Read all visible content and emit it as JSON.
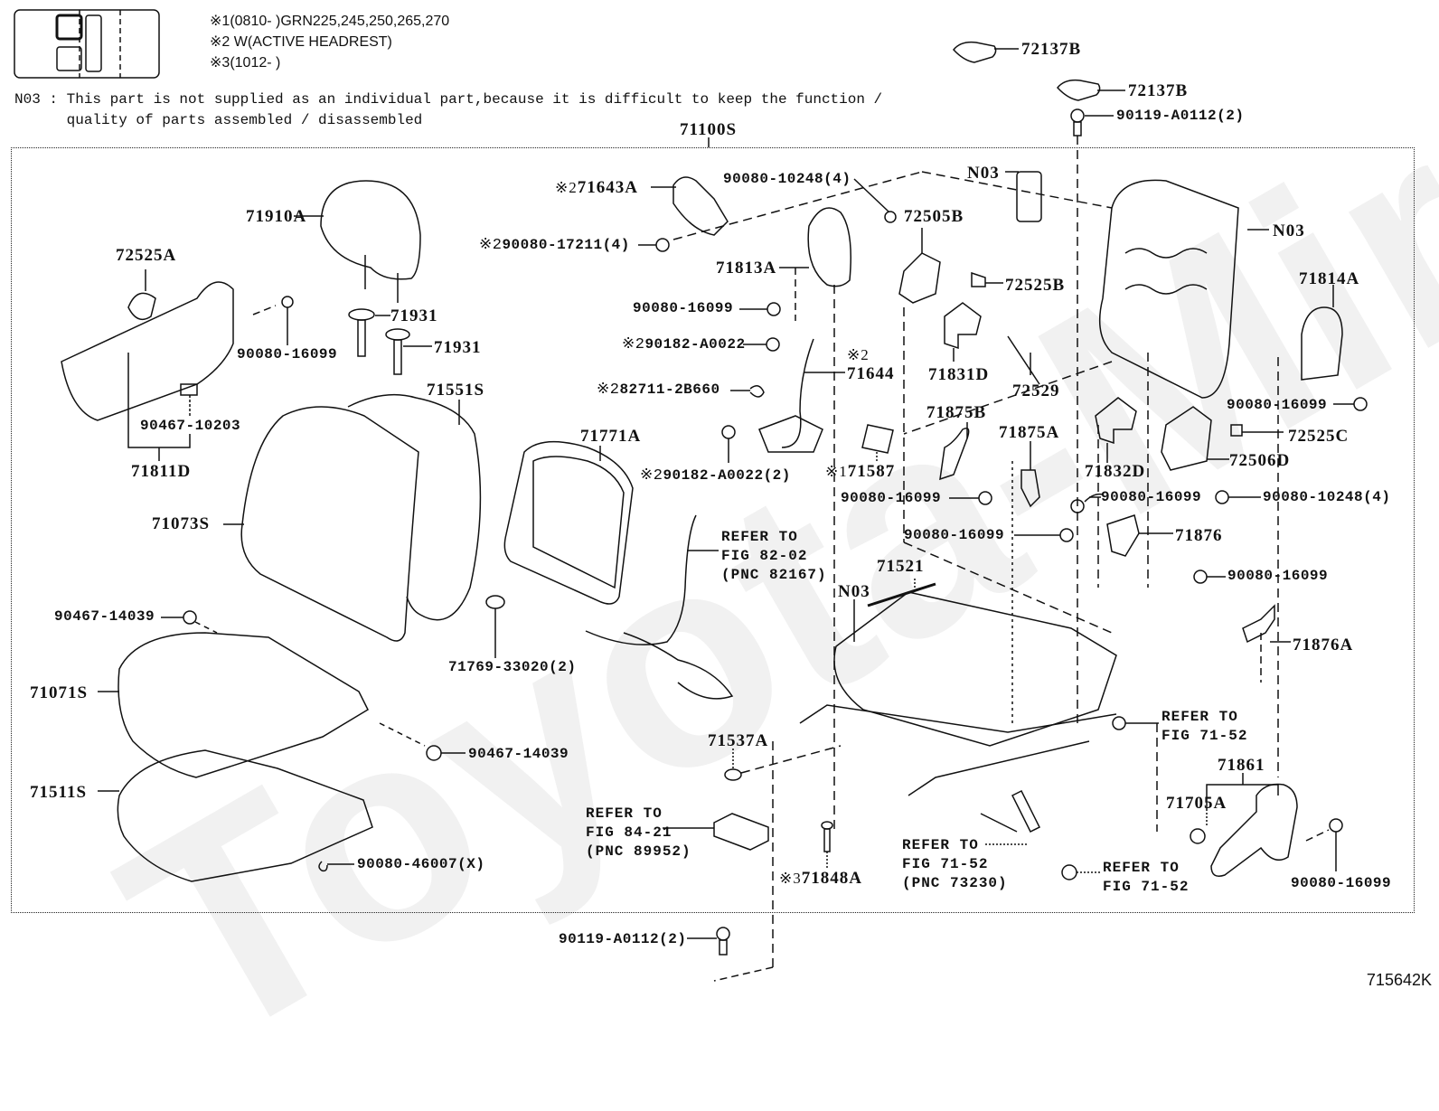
{
  "watermark": "Toyota-Mir.ru",
  "legend": {
    "notes": [
      {
        "mark": "※1",
        "text": "(0810-      )GRN225,245,250,265,270"
      },
      {
        "mark": "※2",
        "text": "W(ACTIVE HEADREST)"
      },
      {
        "mark": "※3",
        "text": "(1012-      )"
      }
    ],
    "n03_note_line1": "N03 : This part is not supplied as an individual part,because it is difficult to keep the function /",
    "n03_note_line2": "      quality of parts assembled / disassembled"
  },
  "assembly_label": "71100S",
  "figure_code": "715642K",
  "parts": {
    "p72137B_1": "72137B",
    "p72137B_2": "72137B",
    "p90119_top": "90119-A0112(2)",
    "p71643A": "71643A",
    "p71643A_mark": "※2",
    "p90080_10248_top": "90080-10248(4)",
    "p90080_17211": "90080-17211(4)",
    "p90080_17211_mark": "※2",
    "pN03_top": "N03",
    "pN03_frame": "N03",
    "p71910A": "71910A",
    "p72525A": "72525A",
    "p72505B": "72505B",
    "p71813A": "71813A",
    "p72525B": "72525B",
    "p71814A": "71814A",
    "p90080_16099_a": "90080-16099",
    "p90080_16099_b": "90080-16099",
    "p71931_a": "71931",
    "p71931_b": "71931",
    "p90182_A0022": "90182-A0022",
    "p90182_A0022_mark": "※2",
    "p71644_mark": "※2",
    "p71644": "71644",
    "p71831D": "71831D",
    "p72529": "72529",
    "p82711": "82711-2B660",
    "p82711_mark": "※2",
    "p90467_10203": "90467-10203",
    "p71551S": "71551S",
    "p90080_16099_c": "90080-16099",
    "p72525C": "72525C",
    "p71811D": "71811D",
    "p71875B": "71875B",
    "p71875A": "71875A",
    "p71832D": "71832D",
    "p71771A": "71771A",
    "p90182_A0022_2": "90182-A0022(2)",
    "p90182_A0022_2_mark": "※2",
    "p71587_mark": "※1",
    "p71587": "71587",
    "p72506D": "72506D",
    "p90080_16099_d": "90080-16099",
    "p90080_16099_e": "90080-16099",
    "p90080_10248_r": "90080-10248(4)",
    "p71073S": "71073S",
    "p90080_16099_f": "90080-16099",
    "p71876": "71876",
    "p71521": "71521",
    "pN03_cushion": "N03",
    "p90080_16099_g": "90080-16099",
    "p90467_14039_a": "90467-14039",
    "p71876A": "71876A",
    "p71769": "71769-33020(2)",
    "p71071S": "71071S",
    "p71537A": "71537A",
    "p90467_14039_b": "90467-14039",
    "p71861": "71861",
    "p71511S": "71511S",
    "p71705A": "71705A",
    "p71848A_mark": "※3",
    "p71848A": "71848A",
    "p90080_46007": "90080-46007(X)",
    "p90080_16099_h": "90080-16099",
    "p90119_bottom": "90119-A0112(2)"
  },
  "refs": {
    "fig8202": [
      "REFER TO",
      "FIG 82-02",
      "(PNC 82167)"
    ],
    "fig8421": [
      "REFER TO",
      "FIG 84-21",
      "(PNC 89952)"
    ],
    "fig7152_a": [
      "REFER TO",
      "FIG 71-52",
      "(PNC 73230)"
    ],
    "fig7152_b": [
      "REFER TO",
      "FIG 71-52"
    ],
    "fig7152_c": [
      "REFER TO",
      "FIG 71-52"
    ]
  }
}
